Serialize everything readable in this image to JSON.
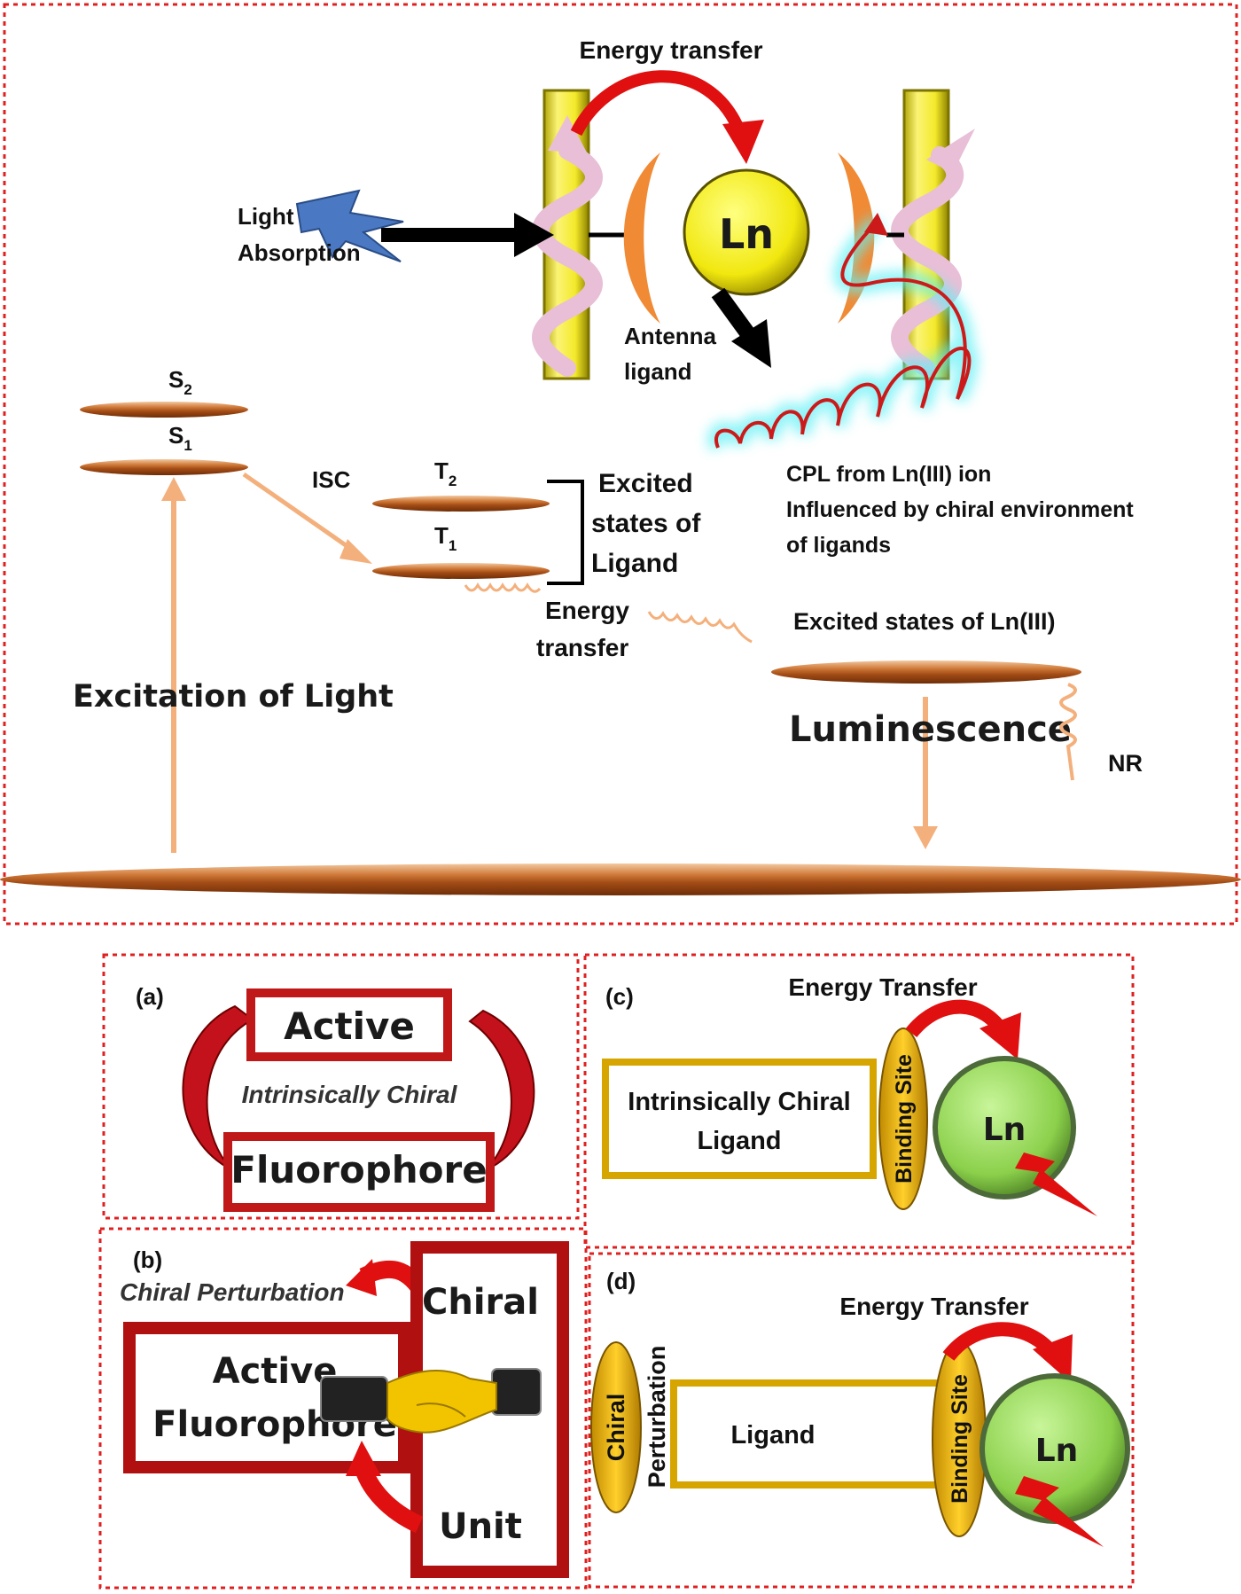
{
  "top": {
    "energy_transfer_top": "Energy transfer",
    "light_absorption_1": "Light",
    "light_absorption_2": "Absorption",
    "ln": "Ln",
    "antenna_1": "Antenna",
    "antenna_2": "ligand",
    "s2": "S",
    "s2_sub": "2",
    "s1": "S",
    "s1_sub": "1",
    "isc": "ISC",
    "t2": "T",
    "t2_sub": "2",
    "t1": "T",
    "t1_sub": "1",
    "excited_ligand_1": "Excited",
    "excited_ligand_2": "states of",
    "excited_ligand_3": "Ligand",
    "energy_transfer_mid_1": "Energy",
    "energy_transfer_mid_2": "transfer",
    "cpl_1": "CPL from Ln(III) ion",
    "cpl_2": "Influenced by chiral environment",
    "cpl_3": "of ligands",
    "excited_ln": "Excited states of Ln(III)",
    "excitation": "Excitation of Light",
    "luminescence": "Luminescence",
    "nr": "NR"
  },
  "panel_a": {
    "tag": "(a)",
    "active": "Active",
    "intrinsically": "Intrinsically Chiral",
    "fluorophore": "Fluorophore"
  },
  "panel_b": {
    "tag": "(b)",
    "chiral_perturbation": "Chiral Perturbation",
    "chiral": "Chiral",
    "unit": "Unit",
    "active": "Active",
    "fluorophore": "Fluorophore"
  },
  "panel_c": {
    "tag": "(c)",
    "energy_transfer": "Energy Transfer",
    "ligand_1": "Intrinsically Chiral",
    "ligand_2": "Ligand",
    "binding_site": "Binding Site",
    "ln": "Ln"
  },
  "panel_d": {
    "tag": "(d)",
    "energy_transfer": "Energy Transfer",
    "chiral": "Chiral",
    "perturbation": "Perturbation",
    "ligand": "Ligand",
    "binding_site": "Binding Site",
    "ln": "Ln"
  }
}
